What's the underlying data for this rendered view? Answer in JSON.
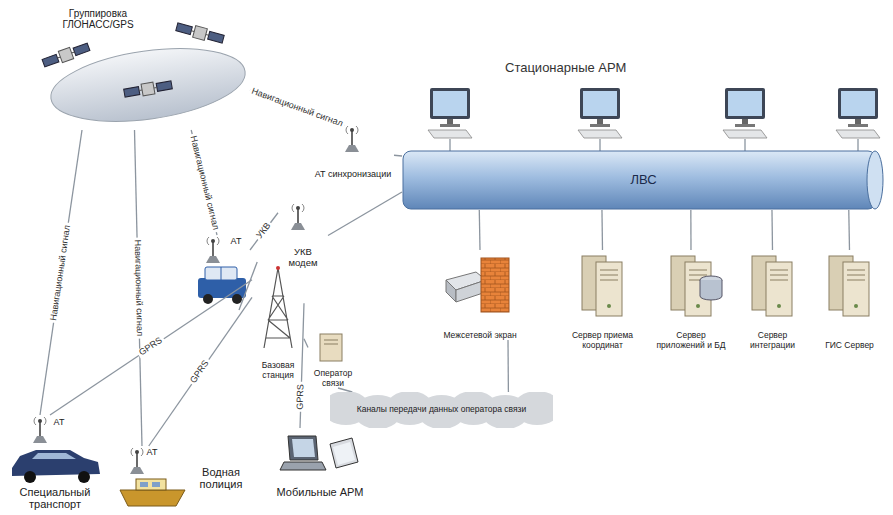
{
  "diagram": {
    "nodes": [
      {
        "text": [
          "Группировка ГЛОНАСС/GPS"
        ]
      },
      {
        "text": [
          "АТ синхронизации"
        ]
      },
      {
        "text": [
          "ЛВС"
        ]
      },
      {
        "text": [
          "УКВ модем"
        ]
      },
      {
        "text": [
          "АТ"
        ]
      },
      {
        "text": [
          "Межсетевой экран"
        ]
      },
      {
        "text": [
          "Сервер приема координат"
        ]
      },
      {
        "text": [
          "Сервер приложений и БД"
        ]
      },
      {
        "text": [
          "Сервер интеграции"
        ]
      },
      {
        "text": [
          "ГИС Сервер"
        ]
      },
      {
        "text": [
          "Базовая станция"
        ]
      },
      {
        "text": [
          "Оператор связи"
        ]
      },
      {
        "text": [
          "Каналы передачи данных оператора связи"
        ]
      },
      {
        "text": [
          "АТ",
          "Специальный транспорт"
        ]
      },
      {
        "text": [
          "АТ",
          "Водная полиция"
        ]
      },
      {
        "text": [
          "Мобильные АРМ"
        ]
      }
    ],
    "edges": [
      {
        "from": 0,
        "to": 1,
        "label": "Навигационный сигнал",
        "arrow": "none"
      },
      {
        "from": 0,
        "to": 4,
        "label": "Навигационный сигнал",
        "arrow": "none"
      },
      {
        "from": 0,
        "to": 13,
        "label": "Навигационный сигнал",
        "arrow": "none"
      },
      {
        "from": 0,
        "to": 14,
        "label": "Навигационный сигнал",
        "arrow": "none"
      },
      {
        "from": 1,
        "to": 2,
        "arrow": "none"
      },
      {
        "from": 4,
        "to": 3,
        "label": "УКВ",
        "arrow": "none"
      },
      {
        "from": 3,
        "to": 2,
        "arrow": "none"
      },
      {
        "from": 10,
        "to": 4,
        "arrow": "none"
      },
      {
        "from": 10,
        "to": 13,
        "label": "GPRS",
        "arrow": "none"
      },
      {
        "from": 10,
        "to": 14,
        "label": "GPRS",
        "arrow": "none"
      },
      {
        "from": 10,
        "to": 15,
        "label": "GPRS",
        "arrow": "none"
      },
      {
        "from": 10,
        "to": 11,
        "arrow": "none"
      },
      {
        "from": 11,
        "to": 12,
        "arrow": "none"
      },
      {
        "from": 12,
        "to": 5,
        "arrow": "none"
      },
      {
        "from": 5,
        "to": 2,
        "arrow": "none"
      },
      {
        "from": 6,
        "to": 2,
        "arrow": "none"
      },
      {
        "from": 7,
        "to": 2,
        "arrow": "none"
      },
      {
        "from": 8,
        "to": 2,
        "arrow": "none"
      },
      {
        "from": 9,
        "to": 2,
        "arrow": "none"
      }
    ],
    "labels": [
      "Стационарные АРМ"
    ]
  }
}
